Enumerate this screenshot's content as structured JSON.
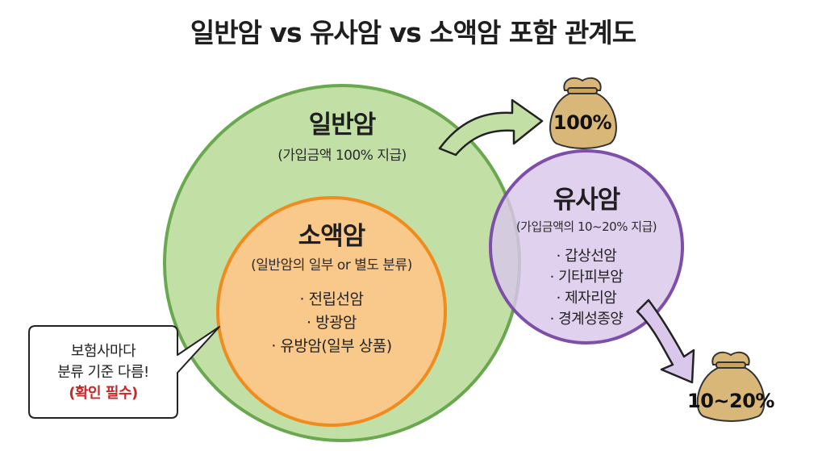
{
  "title": "일반암 vs 유사암 vs 소액암 포함 관계도",
  "colors": {
    "general_fill": "#c2dfa6",
    "general_stroke": "#6aa84f",
    "small_fill": "#f9c98b",
    "small_stroke": "#f08c1e",
    "similar_fill": "#d9c7ec",
    "similar_stroke": "#7e4fa8",
    "warning_text": "#c62828",
    "bag_fill": "#d9b779"
  },
  "general_cancer": {
    "name": "일반암",
    "payout": "(가입금액 100% 지급)",
    "money_label": "100%"
  },
  "small_cancer": {
    "name": "소액암",
    "note": "(일반암의 일부 or 별도 분류)",
    "items": [
      "· 전립선암",
      "· 방광암",
      "· 유방암(일부 상품)"
    ]
  },
  "similar_cancer": {
    "name": "유사암",
    "payout": "(가입금액의 10~20% 지급)",
    "items": [
      "· 갑상선암",
      "· 기타피부암",
      "· 제자리암",
      "· 경계성종양"
    ],
    "money_label": "10~20%"
  },
  "callout": {
    "line1": "보험사마다",
    "line2": "분류 기준 다름!",
    "warning": "(확인 필수)"
  },
  "icons": {
    "general_arrow": "curved-arrow-right-icon",
    "similar_arrow": "curved-arrow-down-right-icon",
    "money_bag": "money-bag-icon"
  }
}
